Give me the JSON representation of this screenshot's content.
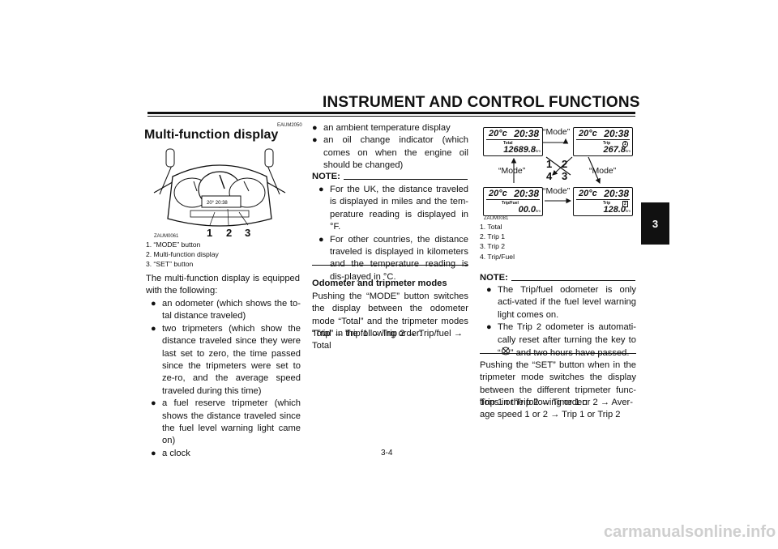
{
  "header": {
    "title": "INSTRUMENT AND CONTROL FUNCTIONS",
    "chapter_tab": "3",
    "page_number": "3-4"
  },
  "col1": {
    "code": "EAUM2050",
    "heading": "Multi-function display",
    "figure_code": "ZAUM0061",
    "callouts": [
      "1",
      "2",
      "3"
    ],
    "captions": [
      "1. “MODE” button",
      "2. Multi-function display",
      "3. “SET” button"
    ],
    "intro": "The multi-function display is equipped with the following:",
    "bullets": [
      "an odometer (which shows the to-tal distance traveled)",
      "two tripmeters (which show the distance traveled since they were last set to zero, the time passed since the tripmeters were set to ze-ro, and the average speed traveled during this time)",
      "a fuel reserve tripmeter (which shows the distance traveled since the fuel level warning light came on)",
      "a clock"
    ]
  },
  "col2": {
    "bullets": [
      "an ambient temperature display",
      "an oil change indicator (which comes on when the engine oil should be changed)"
    ],
    "note_label": "NOTE:",
    "note_bullets": [
      "For the UK, the distance traveled is displayed in miles and the tem-perature reading is displayed in °F.",
      "For other countries, the distance traveled is displayed in kilometers and the temperature reading is dis-played in °C."
    ],
    "subheading": "Odometer and tripmeter modes",
    "para": "Pushing the “MODE” button switches the display between the odometer mode “Total” and the tripmeter modes “Trip” in the following order:",
    "sequence": "Total → Trip 1 → Trip 2 → Trip/fuel → Total"
  },
  "col3": {
    "figure_code": "ZAUM0081",
    "mode_label": "“Mode”",
    "callouts": [
      "1",
      "2",
      "4",
      "3"
    ],
    "lcd": [
      {
        "temp": "20°c",
        "clock": "20:38",
        "mode": "Total",
        "odo": "12689.8",
        "unit": "km",
        "idx": ""
      },
      {
        "temp": "20°c",
        "clock": "20:38",
        "mode": "Trip",
        "odo": "267.8",
        "unit": "km",
        "idx": "1"
      },
      {
        "temp": "20°c",
        "clock": "20:38",
        "mode": "Trip/Fuel",
        "odo": "00.0",
        "unit": "km",
        "idx": ""
      },
      {
        "temp": "20°c",
        "clock": "20:38",
        "mode": "Trip",
        "odo": "128.0",
        "unit": "km",
        "idx": "2"
      }
    ],
    "captions": [
      "1. Total",
      "2. Trip 1",
      "3. Trip 2",
      "4. Trip/Fuel"
    ],
    "note_label": "NOTE:",
    "note_bullets": [
      "The Trip/fuel odometer is only acti-vated if the fuel level warning light comes on.",
      "The Trip 2 odometer is automati-cally reset after turning the key to “",
      "” and two hours have passed."
    ],
    "para": "Pushing the “SET” button when in the tripmeter mode switches the display between the different tripmeter func-tions in the following order:",
    "sequence": "Trip 1 or Trip 2 → Time 1 or 2 → Aver-age speed 1 or 2 → Trip 1 or Trip 2"
  },
  "footer": {
    "watermark": "carmanualsonline.info"
  }
}
